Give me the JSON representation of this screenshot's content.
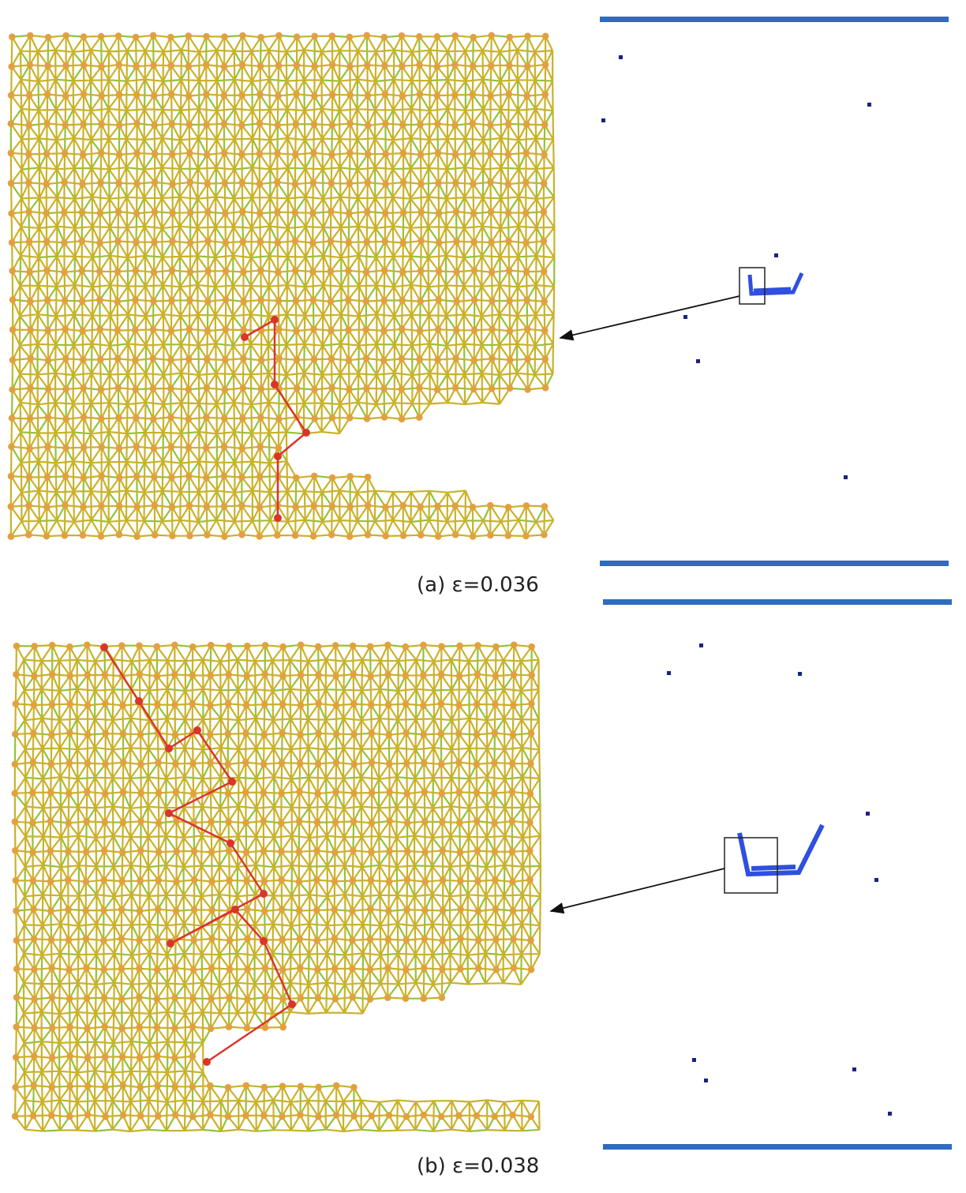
{
  "figure": {
    "panels": [
      {
        "id": "a",
        "caption": "(a) ε=0.036"
      },
      {
        "id": "b",
        "caption": "(b) ε=0.038"
      }
    ],
    "colors": {
      "bond": "#c9b22a",
      "bond_alt": "#8fc43a",
      "atom": "#e3a040",
      "defect": "#d9352b",
      "boundary": "#2d6cc0",
      "dislocation_dot": "#1a237e",
      "dislocation_loop": "#2f4fe0"
    }
  }
}
